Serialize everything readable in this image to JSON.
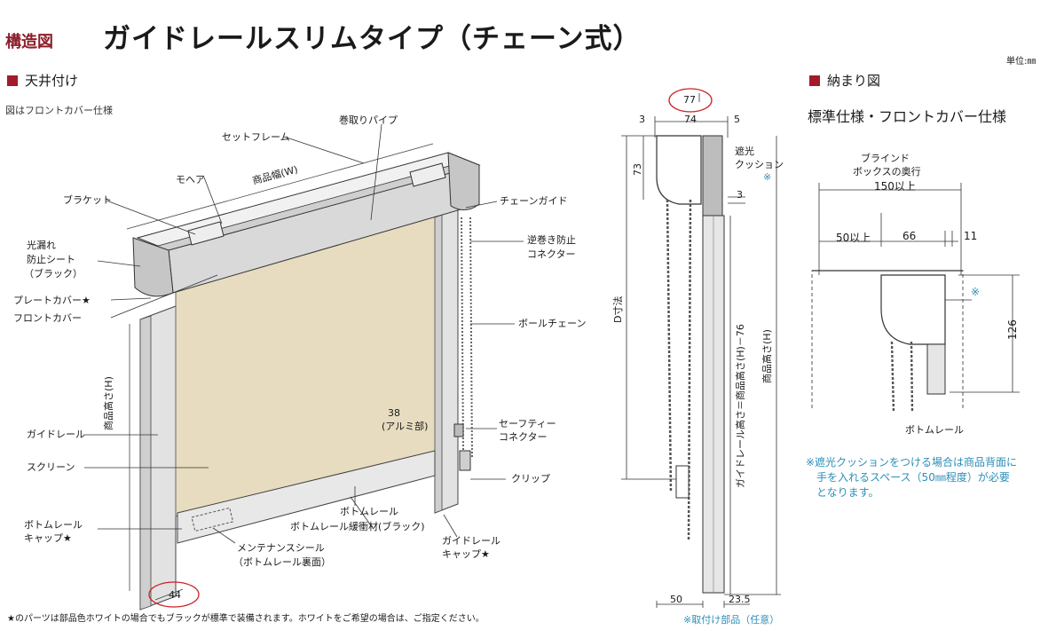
{
  "header": {
    "section_label": "構造図",
    "title": "ガイドレールスリムタイプ（チェーン式）",
    "unit": "単位:㎜"
  },
  "left": {
    "heading": "天井付け",
    "subcaption": "図はフロントカバー仕様",
    "labels": {
      "set_frame": "セットフレーム",
      "roll_pipe": "巻取りパイプ",
      "mohair": "モヘア",
      "product_width": "商品幅(W)",
      "bracket": "ブラケット",
      "chain_guide": "チェーンガイド",
      "light_leak_1": "光漏れ",
      "light_leak_2": "防止シート",
      "light_leak_3": "（ブラック）",
      "reverse_1": "逆巻き防止",
      "reverse_2": "コネクター",
      "plate_cover": "プレートカバー★",
      "front_cover": "フロントカバー",
      "ball_chain": "ボールチェーン",
      "product_height": "商品高さ(H)",
      "dim_38": "38",
      "aluminum": "(アルミ部)",
      "safety_1": "セーフティー",
      "safety_2": "コネクター",
      "guide_rail": "ガイドレール",
      "screen": "スクリーン",
      "clip": "クリップ",
      "bottom_rail": "ボトムレール",
      "buffer": "ボトムレール緩衝材(ブラック)",
      "cap_1": "ボトムレール",
      "cap_2": "キャップ★",
      "maint_1": "メンテナンスシール",
      "maint_2": "（ボトムレール裏面）",
      "gr_cap_1": "ガイドレール",
      "gr_cap_2": "キャップ★",
      "dim_44": "44"
    },
    "footnote": "★のパーツは部品色ホワイトの場合でもブラックが標準で装備されます。ホワイトをご希望の場合は、ご指定ください。"
  },
  "middle": {
    "dims": {
      "d77": "77",
      "d3": "3",
      "d74": "74",
      "d5": "5",
      "d73": "73",
      "d3b": "3",
      "d50": "50",
      "d23_5": "23.5"
    },
    "labels": {
      "cushion_1": "遮光",
      "cushion_2": "クッション",
      "mark": "※",
      "d_dim": "D寸法",
      "rail_height": "ガイドレール高さ＝商品高さ(H)－76",
      "product_height": "商品高さ(H)"
    },
    "caption": "※取付け部品（任意）"
  },
  "right": {
    "heading": "納まり図",
    "subheading": "標準仕様・フロントカバー仕様",
    "labels": {
      "blind_1": "ブラインド",
      "blind_2": "ボックスの奥行",
      "d150": "150以上",
      "d50": "50以上",
      "d66": "66",
      "d11": "11",
      "mark": "※",
      "d126": "126",
      "bottom_rail": "ボトムレール"
    },
    "note_lines": [
      "※遮光クッションをつける場合は商品背面に",
      "　手を入れるスペース（50㎜程度）が必要",
      "　となります。"
    ]
  },
  "colors": {
    "accent": "#a31a2a",
    "note": "#2c8fb7",
    "screen": "#e7dcc0",
    "rail": "#e6e6e6",
    "highlight": "#cc2222"
  }
}
